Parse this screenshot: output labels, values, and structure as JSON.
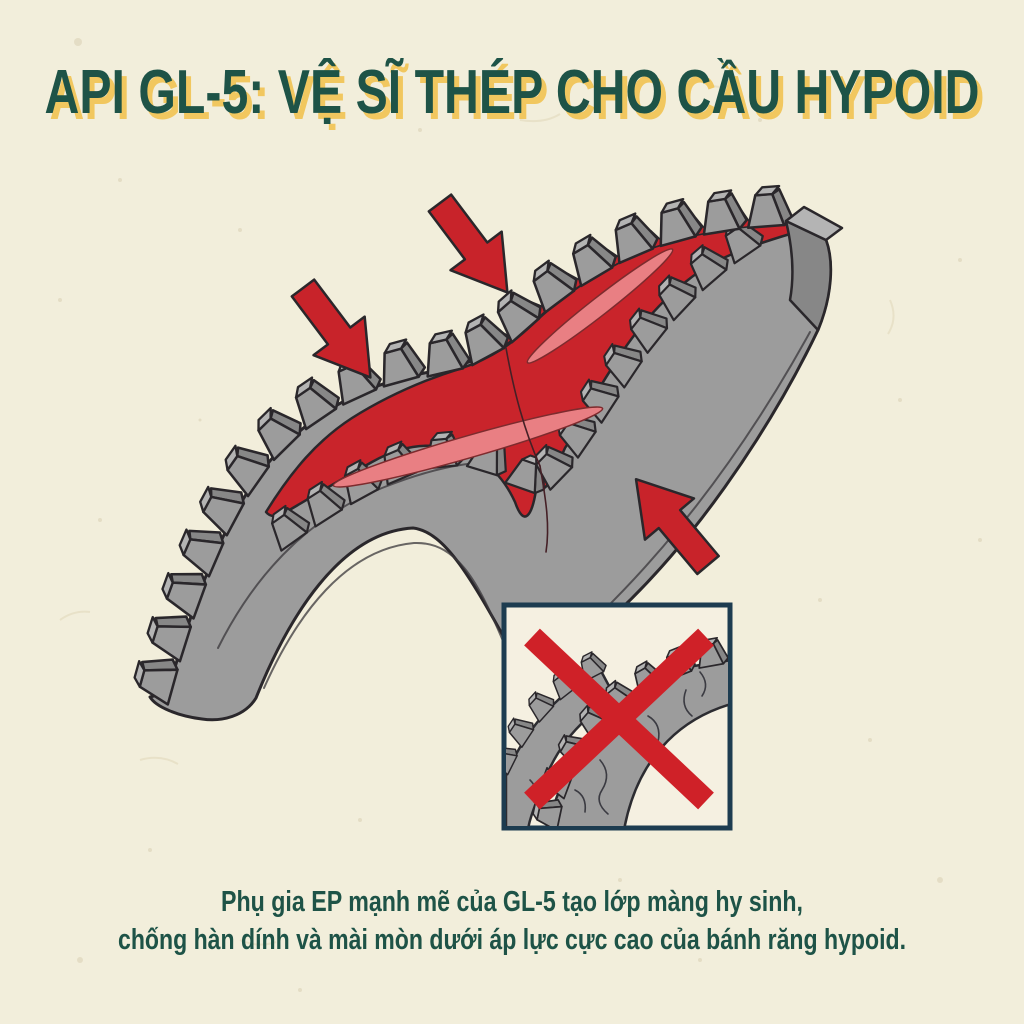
{
  "title": {
    "text": "API GL-5: VỆ SĨ THÉP CHO CẦU HYPOID"
  },
  "caption": {
    "line1": "Phụ gia EP mạnh mẽ của GL-5 tạo lớp màng hy sinh,",
    "line2": "chống hàn dính và mài mòn dưới áp lực cực cao của bánh răng hypoid."
  },
  "colors": {
    "background": "#f2eedb",
    "title_green": "#1e5347",
    "title_shadow_yellow": "#f1c75f",
    "caption_green": "#1e5347",
    "gear_gray": "#9c9c9c",
    "gear_gray_dark": "#878787",
    "gear_gray_light": "#b4b4b4",
    "outline_dark": "#2a272b",
    "oil_red": "#c9242b",
    "oil_highlight": "#e97f83",
    "arrow_red": "#c8232a",
    "cross_red": "#cf2128",
    "inset_border": "#1d3c50",
    "inset_background": "#f5f0e1",
    "speckle": "#c3b289"
  }
}
